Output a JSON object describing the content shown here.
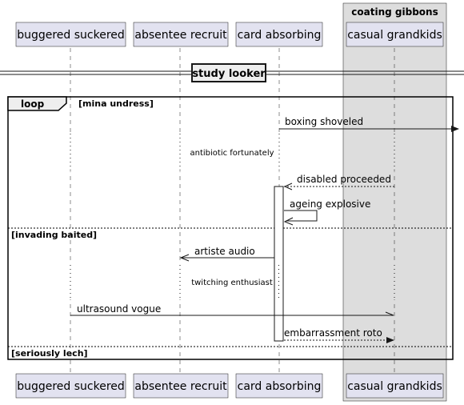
{
  "group": {
    "label": "coating gibbons"
  },
  "participants": [
    {
      "id": "p1",
      "label": "buggered suckered"
    },
    {
      "id": "p2",
      "label": "absentee recruit"
    },
    {
      "id": "p3",
      "label": "card absorbing"
    },
    {
      "id": "p4",
      "label": "casual grandkids"
    }
  ],
  "divider": {
    "label": "study looker"
  },
  "loop": {
    "keyword": "loop",
    "guard": "[mina undress]",
    "sections": [
      "[invading baited]",
      "[seriously lech]"
    ]
  },
  "messages": [
    {
      "id": "m1",
      "label": "boxing shoveled"
    },
    {
      "id": "m2",
      "label": "disabled proceeded"
    },
    {
      "id": "m3",
      "label": "ageing explosive"
    },
    {
      "id": "m4",
      "label": "artiste audio"
    },
    {
      "id": "m5",
      "label": "ultrasound vogue"
    },
    {
      "id": "m6",
      "label": "embarrassment roto"
    }
  ],
  "delays": [
    {
      "id": "d1",
      "label": "antibiotic fortunately"
    },
    {
      "id": "d2",
      "label": "twitching enthusiast"
    }
  ]
}
